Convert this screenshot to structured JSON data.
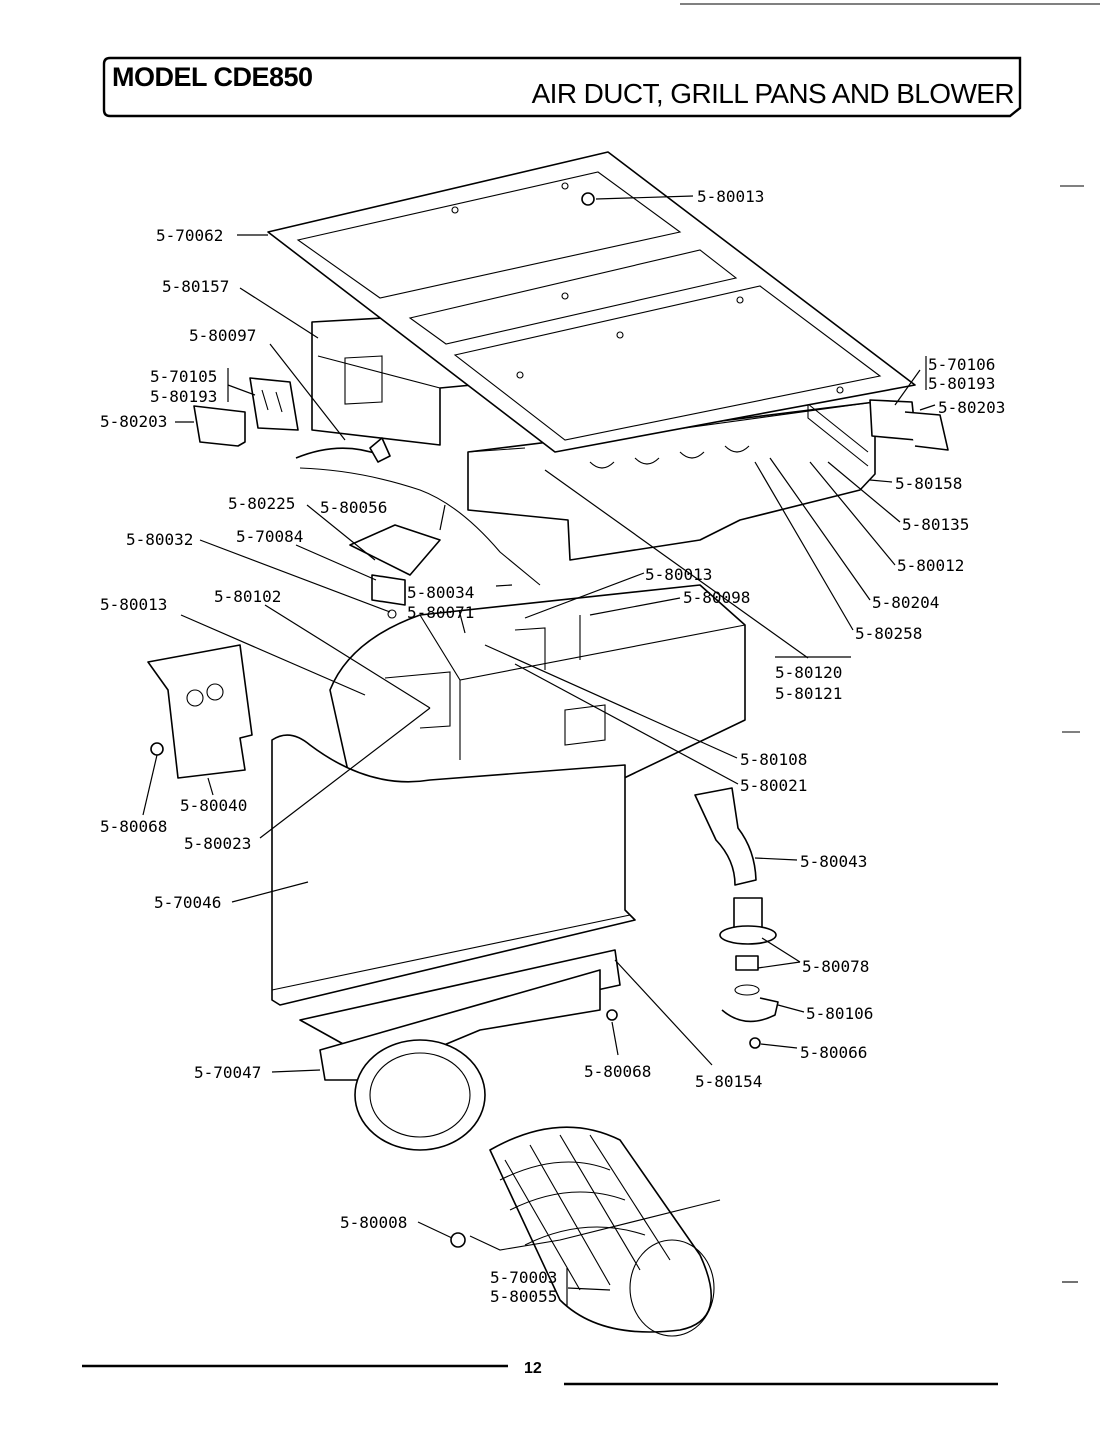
{
  "header": {
    "model": "MODEL CDE850",
    "title": "AIR DUCT, GRILL PANS AND BLOWER"
  },
  "page_number": "12",
  "parts": {
    "p80013_top": "5-80013",
    "p70062": "5-70062",
    "p80157": "5-80157",
    "p80097": "5-80097",
    "p70105": "5-70105",
    "p80193_left": "5-80193",
    "p80203_left": "5-80203",
    "p70106": "5-70106",
    "p80193_right": "5-80193",
    "p80203_right": "5-80203",
    "p80158": "5-80158",
    "p80225": "5-80225",
    "p80056": "5-80056",
    "p80135": "5-80135",
    "p70084": "5-70084",
    "p80032": "5-80032",
    "p80012": "5-80012",
    "p80034": "5-80034",
    "p80013_mid": "5-80013",
    "p80098": "5-80098",
    "p80204": "5-80204",
    "p80102": "5-80102",
    "p80071": "5-80071",
    "p80013_left": "5-80013",
    "p80258": "5-80258",
    "p80120": "5-80120",
    "p80121": "5-80121",
    "p80108": "5-80108",
    "p80021": "5-80021",
    "p80040": "5-80040",
    "p80068_left": "5-80068",
    "p80023": "5-80023",
    "p80043": "5-80043",
    "p70046": "5-70046",
    "p80078": "5-80078",
    "p80106": "5-80106",
    "p80066": "5-80066",
    "p70047": "5-70047",
    "p80068_bottom": "5-80068",
    "p80154": "5-80154",
    "p80008": "5-80008",
    "p70003": "5-70003",
    "p80055": "5-80055"
  }
}
